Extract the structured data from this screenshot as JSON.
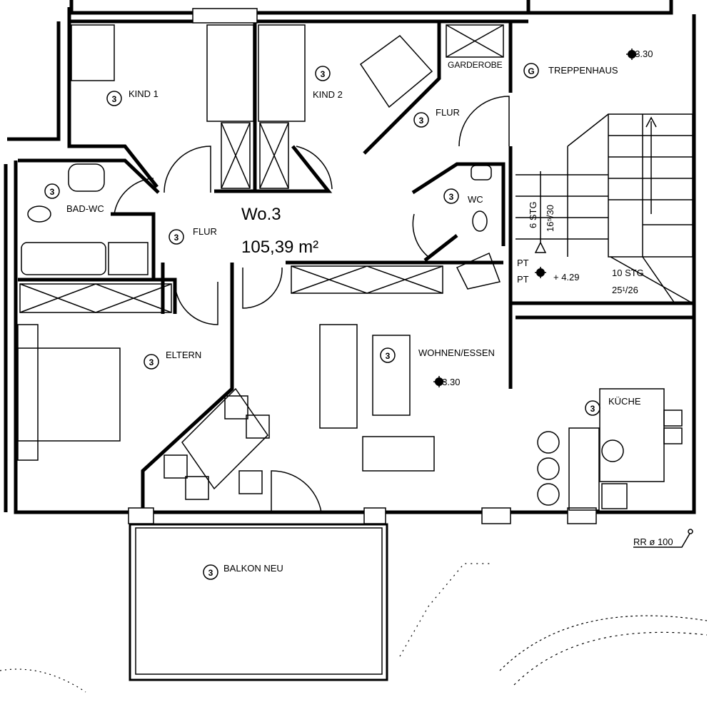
{
  "plan": {
    "unit_title": "Wo.3",
    "unit_area": "105,39 m²",
    "rooms": [
      {
        "id": "kind1",
        "marker": "3",
        "label": "KIND 1"
      },
      {
        "id": "kind2",
        "marker": "3",
        "label": "KIND 2"
      },
      {
        "id": "garderobe",
        "label": "GARDEROBE"
      },
      {
        "id": "treppenhaus",
        "marker": "G",
        "label": "TREPPENHAUS",
        "level": "+ 3.30"
      },
      {
        "id": "flur-upper",
        "marker": "3",
        "label": "FLUR"
      },
      {
        "id": "bad-wc",
        "marker": "3",
        "label": "BAD-WC"
      },
      {
        "id": "flur",
        "marker": "3",
        "label": "FLUR"
      },
      {
        "id": "wc",
        "marker": "3",
        "label": "WC"
      },
      {
        "id": "eltern",
        "marker": "3",
        "label": "ELTERN"
      },
      {
        "id": "wohnen-essen",
        "marker": "3",
        "label": "WOHNEN/ESSEN",
        "level": "+ 3.30"
      },
      {
        "id": "kueche",
        "marker": "3",
        "label": "KÜCHE"
      },
      {
        "id": "balkon",
        "marker": "3",
        "label": "BALKON NEU"
      }
    ],
    "stairs": {
      "upper_steps": "6 STG",
      "upper_dim": "16⁵/30",
      "pt1": "PT",
      "pt2": "PT",
      "landing_level": "+ 4.29",
      "lower_steps": "10 STG",
      "lower_dim": "25¹/26"
    },
    "drain": "RR ø 100"
  }
}
